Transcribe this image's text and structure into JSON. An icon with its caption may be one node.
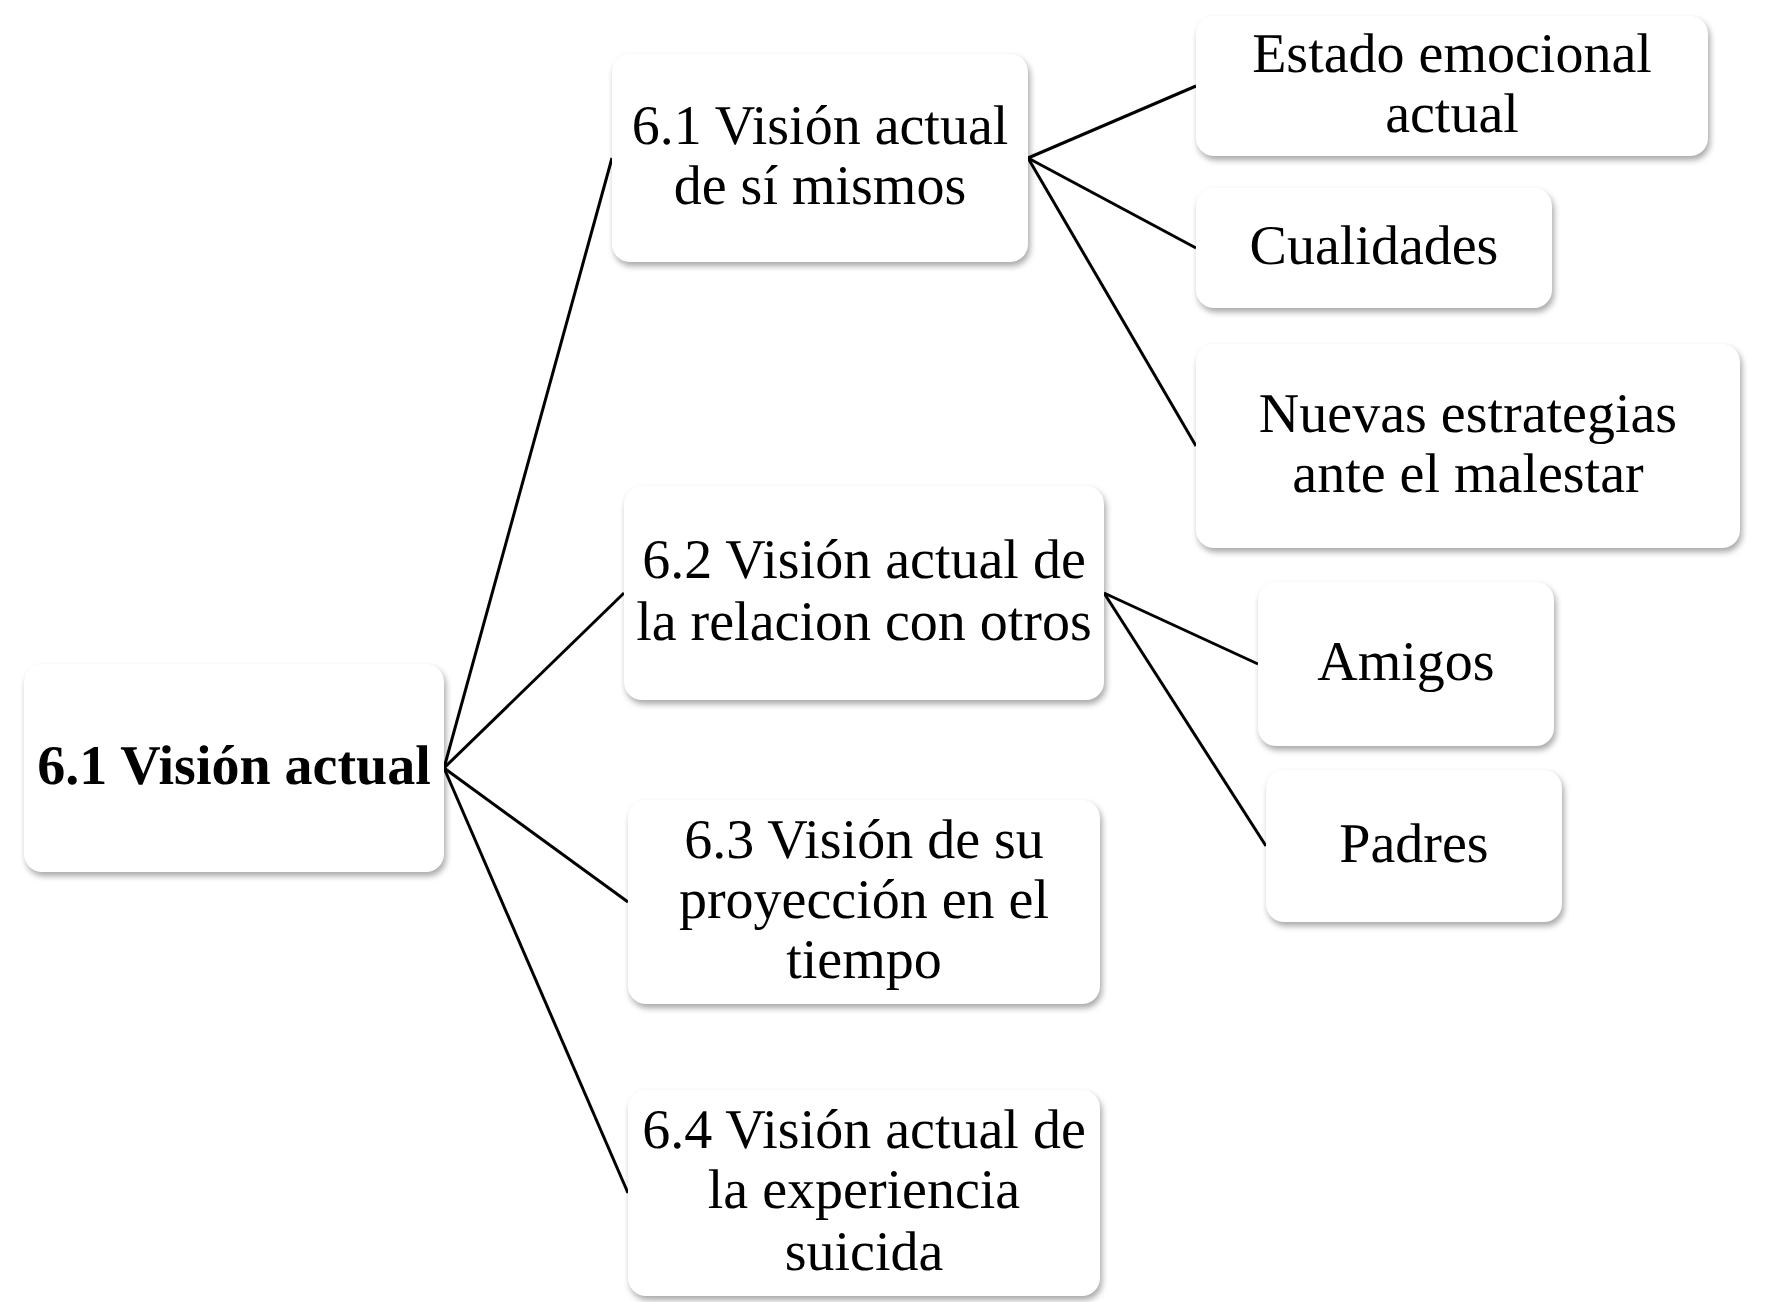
{
  "diagram": {
    "nodes": [
      {
        "text": [
          "6.1 Visión actual"
        ]
      },
      {
        "text": [
          "6.1 Visión actual de sí mismos"
        ]
      },
      {
        "text": [
          "Estado emocional actual"
        ]
      },
      {
        "text": [
          "Cualidades"
        ]
      },
      {
        "text": [
          "Nuevas estrategias ante el malestar"
        ]
      },
      {
        "text": [
          "6.2 Visión actual de la relacion con otros"
        ]
      },
      {
        "text": [
          "Amigos"
        ]
      },
      {
        "text": [
          "Padres"
        ]
      },
      {
        "text": [
          "6.3 Visión de su proyección en el tiempo"
        ]
      },
      {
        "text": [
          "6.4 Visión actual de la experiencia suicida"
        ]
      }
    ],
    "edges": [
      {
        "from": 0,
        "to": 1,
        "arrow": "none"
      },
      {
        "from": 1,
        "to": 2,
        "arrow": "none"
      },
      {
        "from": 1,
        "to": 3,
        "arrow": "none"
      },
      {
        "from": 1,
        "to": 4,
        "arrow": "none"
      },
      {
        "from": 0,
        "to": 5,
        "arrow": "none"
      },
      {
        "from": 5,
        "to": 6,
        "arrow": "none"
      },
      {
        "from": 5,
        "to": 7,
        "arrow": "none"
      },
      {
        "from": 0,
        "to": 8,
        "arrow": "none"
      },
      {
        "from": 0,
        "to": 9,
        "arrow": "none"
      }
    ]
  }
}
